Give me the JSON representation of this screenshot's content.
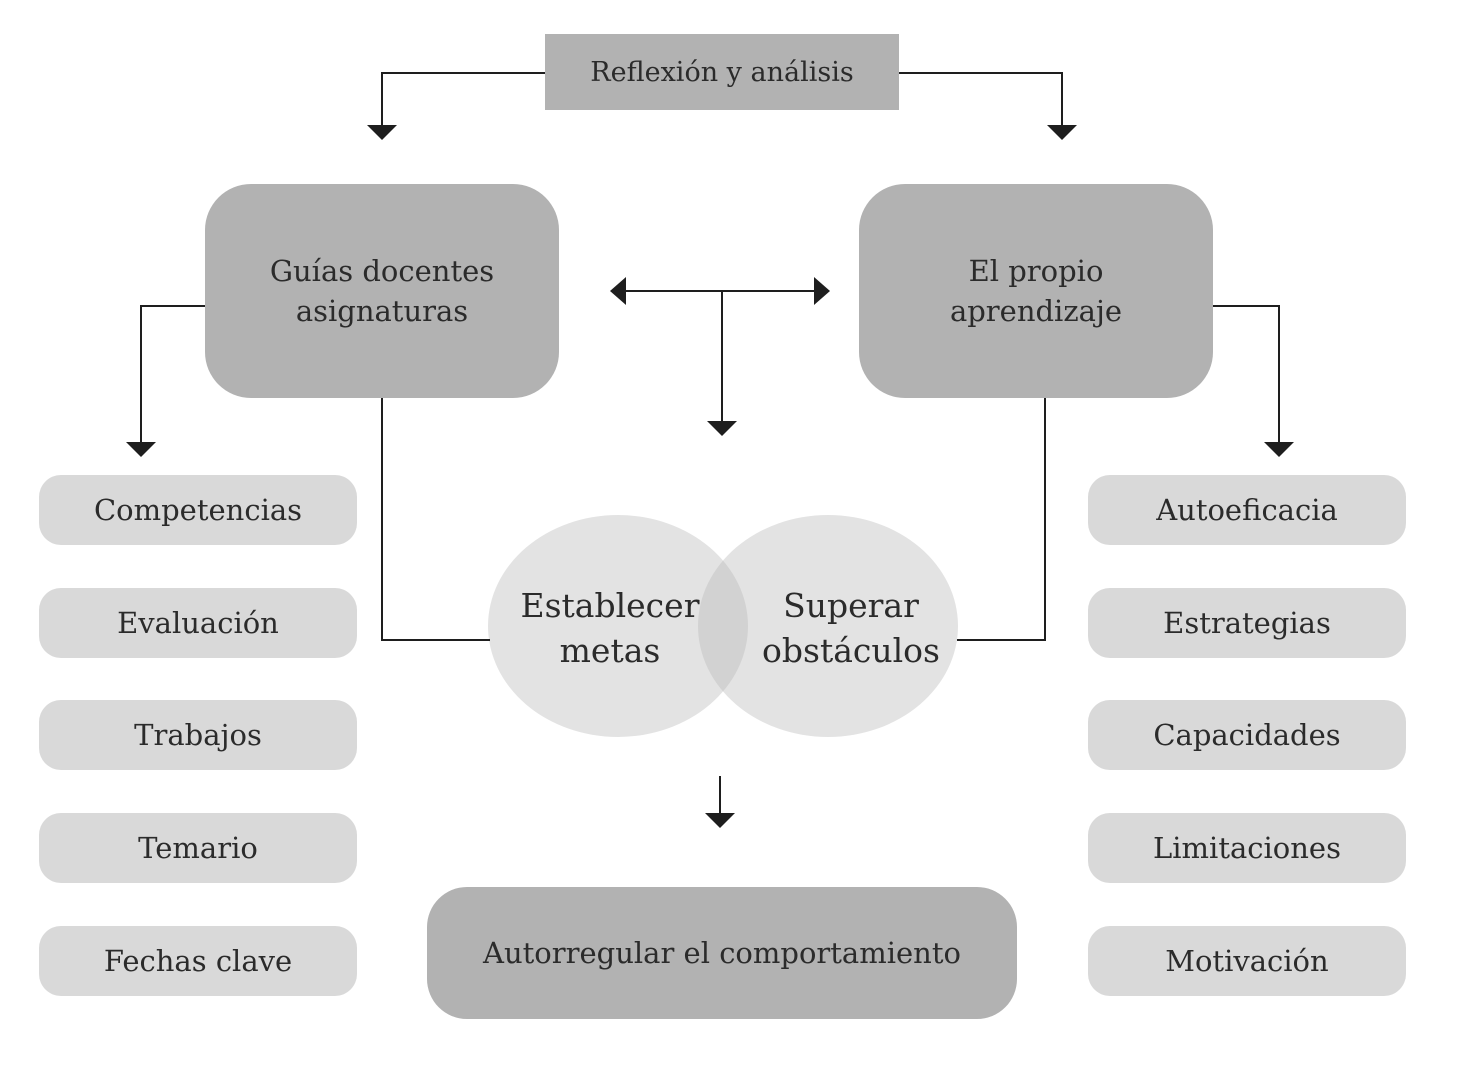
{
  "diagram": {
    "top": {
      "label": "Reflexión y análisis"
    },
    "left_main": {
      "line1": "Guías docentes",
      "line2": "asignaturas"
    },
    "right_main": {
      "line1": "El propio",
      "line2": "aprendizaje"
    },
    "left_items": [
      "Competencias",
      "Evaluación",
      "Trabajos",
      "Temario",
      "Fechas clave"
    ],
    "right_items": [
      "Autoeficacia",
      "Estrategias",
      "Capacidades",
      "Limitaciones",
      "Motivación"
    ],
    "venn_left": {
      "line1": "Establecer",
      "line2": "metas"
    },
    "venn_right": {
      "line1": "Superar",
      "line2": "obstáculos"
    },
    "bottom": {
      "label": "Autorregular el comportamiento"
    }
  },
  "colors": {
    "dark_box": "#b2b2b2",
    "light_box": "#d9d9d9",
    "circle_fill": "#e3e3e3",
    "circle_overlap": "#d2d2d2",
    "line": "#1e1e1e",
    "text": "#2b2b2b"
  }
}
